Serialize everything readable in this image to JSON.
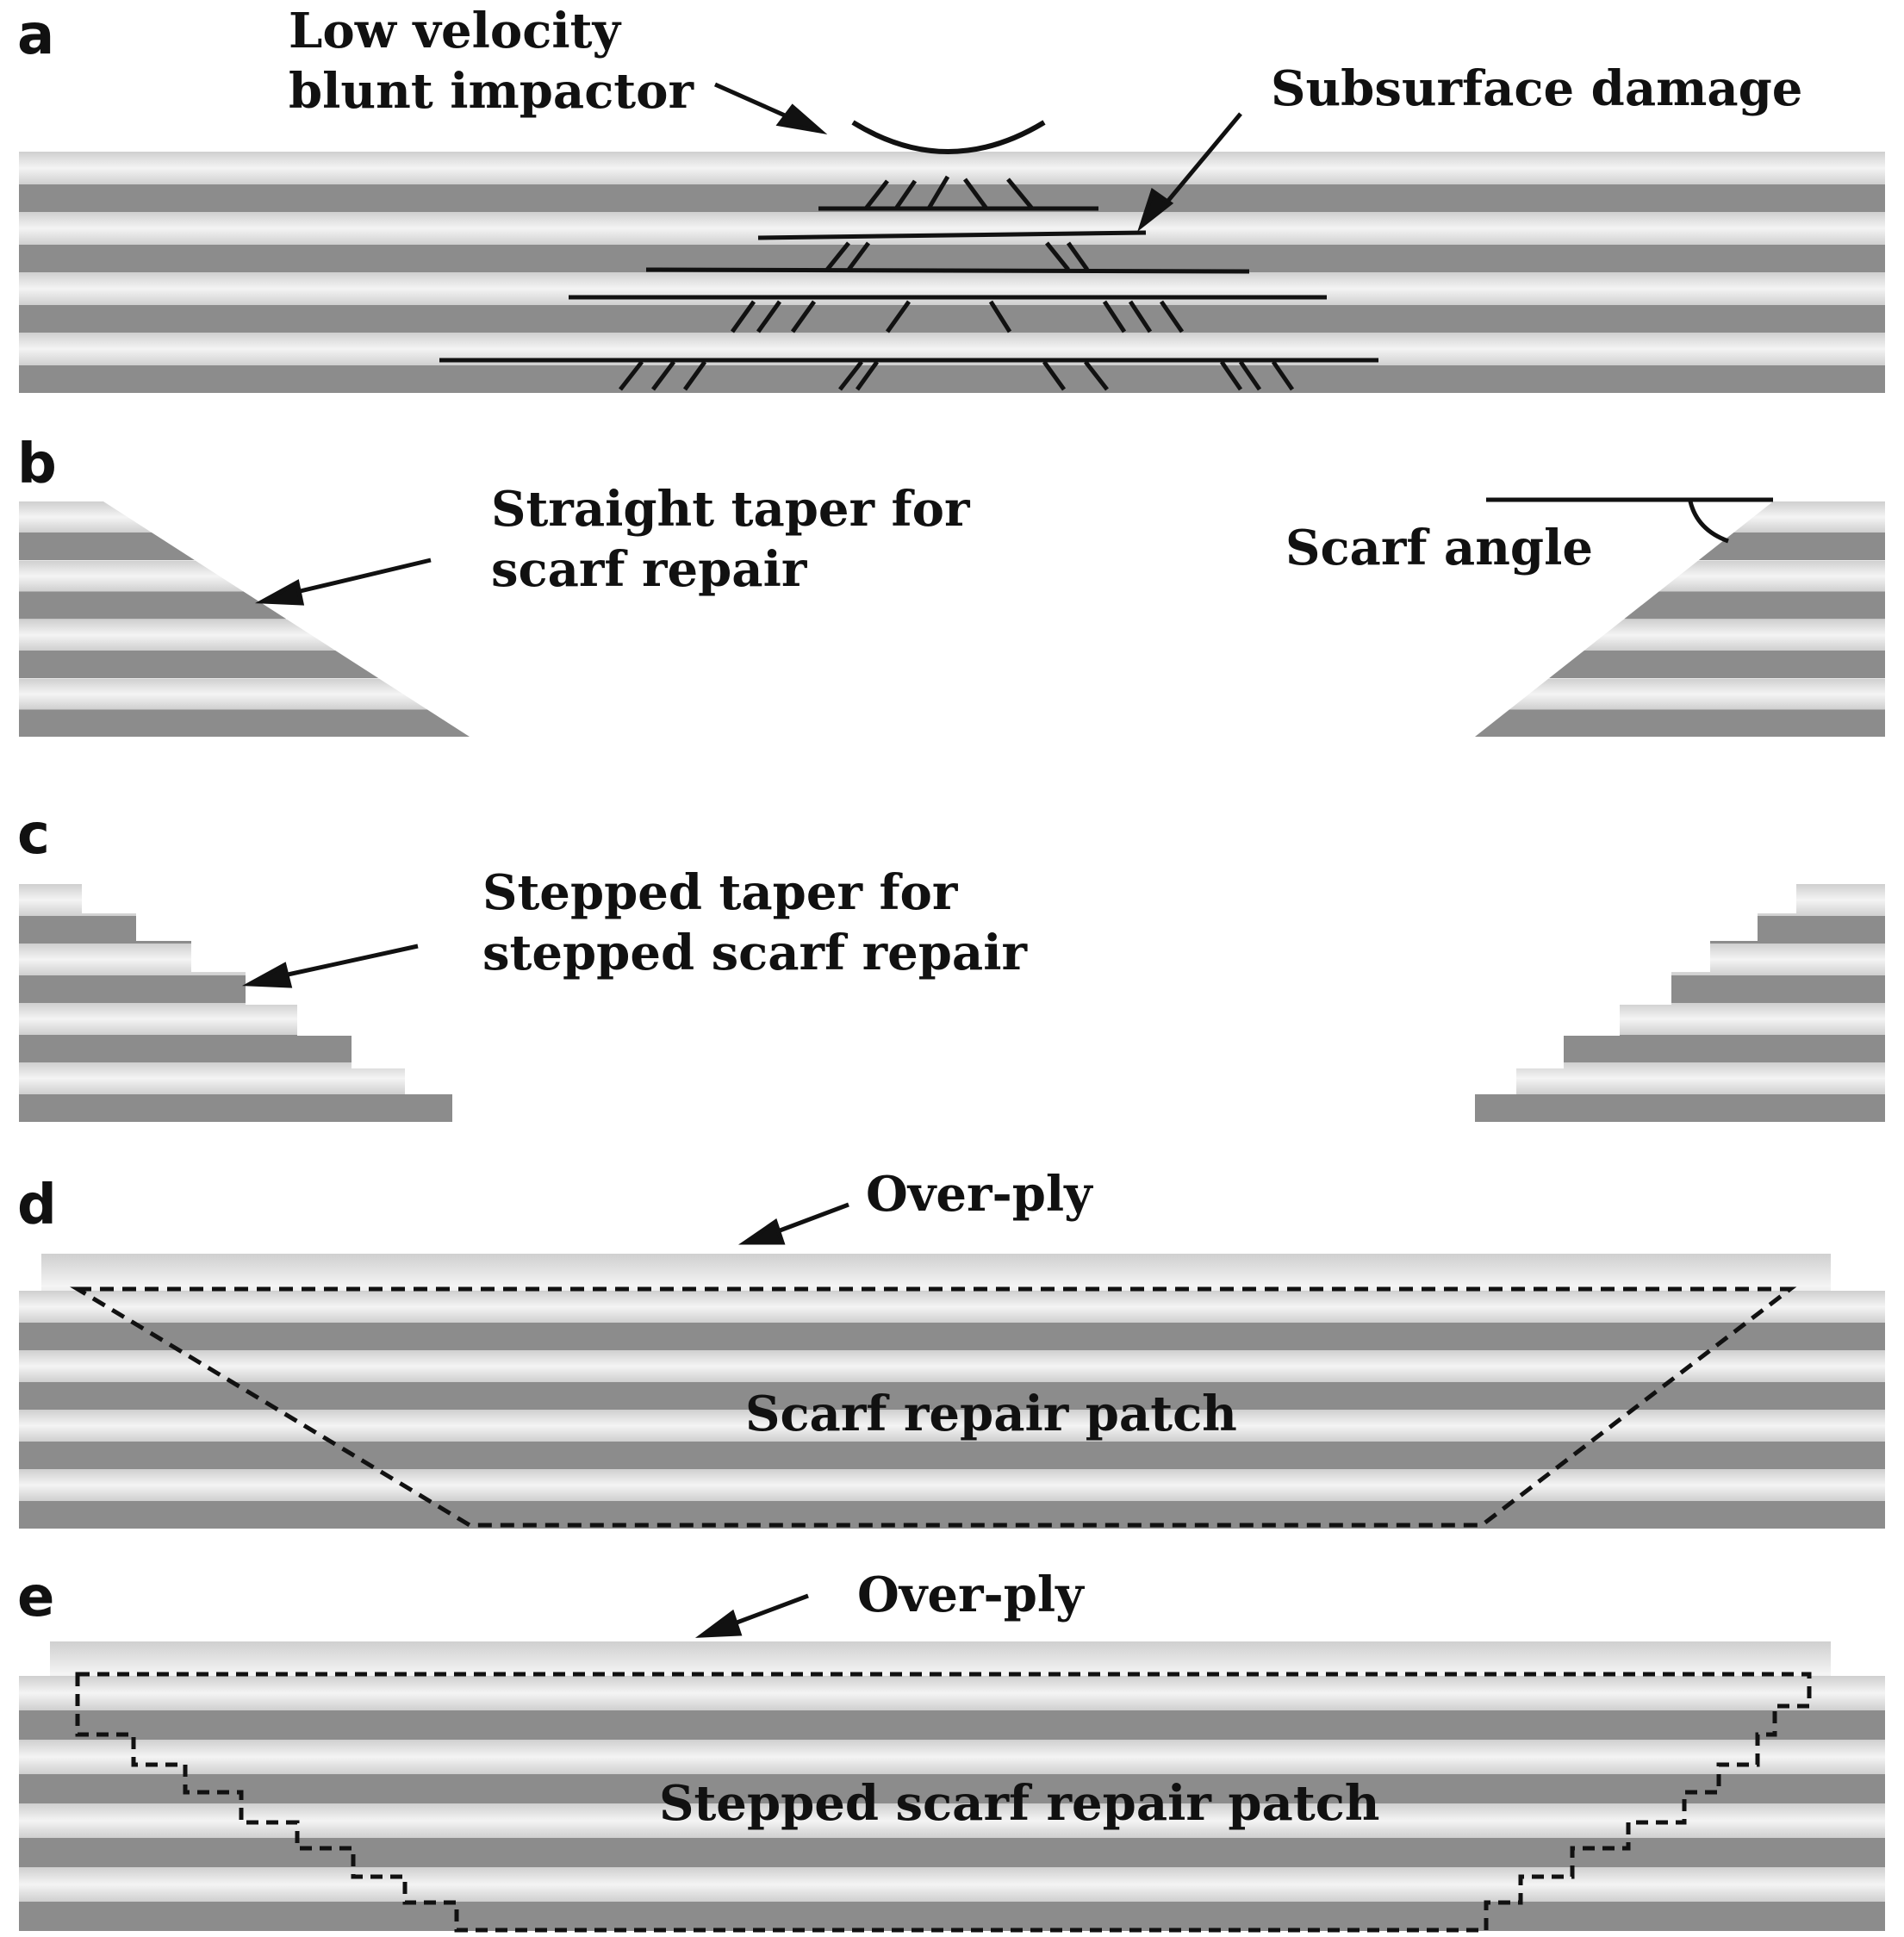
{
  "colors": {
    "ply_dark": "#8c8c8c",
    "ply_light": "#e9e9e9",
    "ink": "#111111",
    "background": "#ffffff"
  },
  "panels": [
    {
      "id": "a",
      "letter": "a",
      "labels": [
        "Low velocity",
        "blunt impactor",
        "Subsurface damage"
      ]
    },
    {
      "id": "b",
      "letter": "b",
      "labels": [
        "Straight taper for",
        "scarf repair",
        "Scarf angle"
      ]
    },
    {
      "id": "c",
      "letter": "c",
      "labels": [
        "Stepped taper for",
        "stepped scarf repair"
      ]
    },
    {
      "id": "d",
      "letter": "d",
      "labels": [
        "Over-ply",
        "Scarf repair patch"
      ]
    },
    {
      "id": "e",
      "letter": "e",
      "labels": [
        "Over-ply",
        "Stepped scarf repair patch"
      ]
    }
  ]
}
